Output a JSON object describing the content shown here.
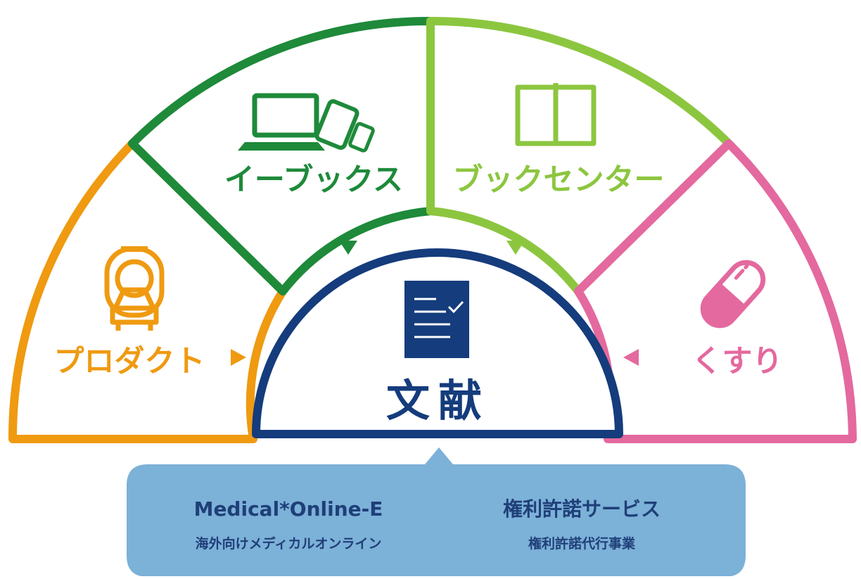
{
  "segments": {
    "product": {
      "label": "プロダクト",
      "color": "#ef9a11",
      "icon": "mri-scanner-icon"
    },
    "ebooks": {
      "label": "イーブックス",
      "color": "#1e8a3a",
      "icon": "devices-icon"
    },
    "bookcenter": {
      "label": "ブックセンター",
      "color": "#8cc63f",
      "icon": "open-book-icon"
    },
    "kusuri": {
      "label": "くすり",
      "color": "#e4699e",
      "icon": "capsule-icon"
    }
  },
  "center": {
    "label": "文献",
    "color": "#153c7c",
    "icon": "document-check-icon"
  },
  "services": {
    "background": "#7cb1d8",
    "text_color": "#1f3f78",
    "items": [
      {
        "title": "Medical*Online-E",
        "subtitle": "海外向けメディカルオンライン"
      },
      {
        "title": "権利許諾サービス",
        "subtitle": "権利許諾代行事業"
      }
    ]
  }
}
